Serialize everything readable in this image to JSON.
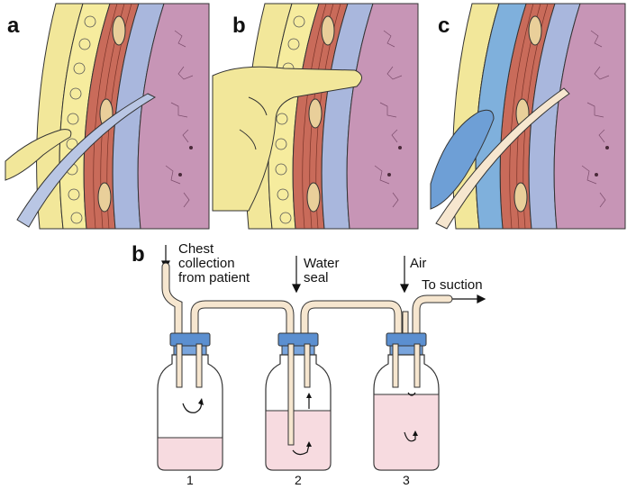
{
  "panels": [
    {
      "letter": "a"
    },
    {
      "letter": "b"
    },
    {
      "letter": "c"
    }
  ],
  "diagram": {
    "letter": "b",
    "labels": {
      "chest_line1": "Chest",
      "chest_line2": "collection",
      "chest_line3": "from patient",
      "water_line1": "Water",
      "water_line2": "seal",
      "air": "Air",
      "suction": "To suction"
    },
    "bottles": [
      {
        "number": "1"
      },
      {
        "number": "2"
      },
      {
        "number": "3"
      }
    ]
  },
  "colors": {
    "skin": "#f2e79a",
    "fat": "#f6e9a0",
    "muscle": "#c96b5a",
    "pleura": "#a9b7dd",
    "lung": "#c795b6",
    "glove": "#6e9fd6",
    "cap": "#5b8fd0",
    "liquid": "#f7dbe0",
    "tube": "#f6e6cf"
  }
}
